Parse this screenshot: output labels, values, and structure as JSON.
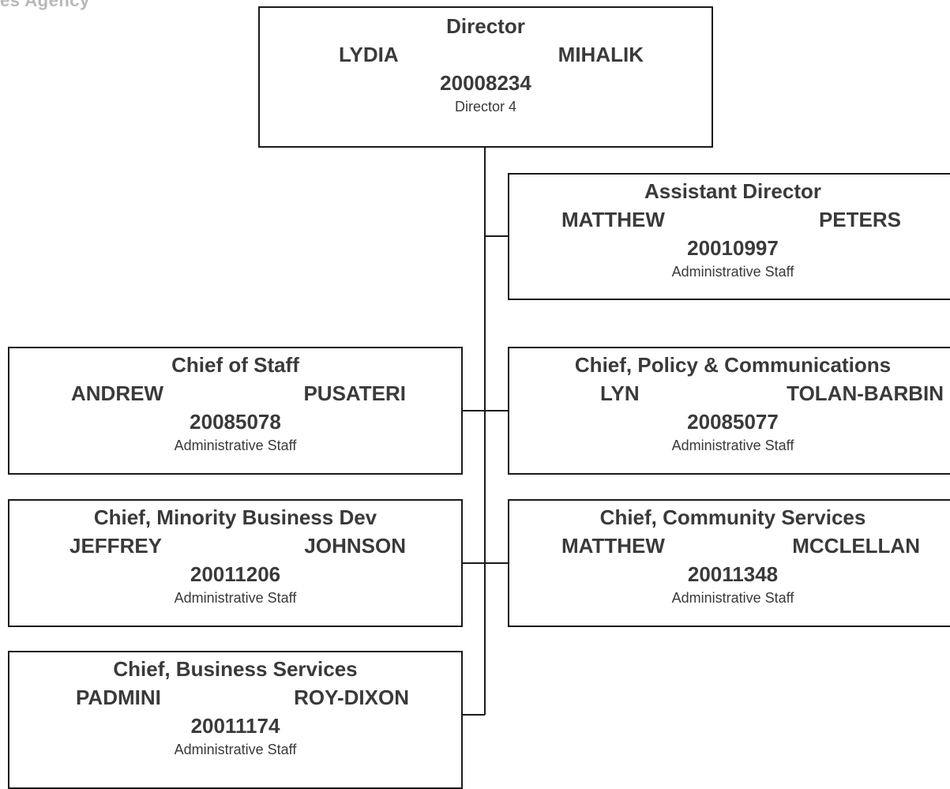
{
  "header": {
    "agency_fragment": "es Agency"
  },
  "positions": [
    {
      "id": "director",
      "title": "Director",
      "first_name": "LYDIA",
      "last_name": "MIHALIK",
      "employee_id": "20008234",
      "role": "Director 4"
    },
    {
      "id": "assistant-director",
      "title": "Assistant Director",
      "first_name": "MATTHEW",
      "last_name": "PETERS",
      "employee_id": "20010997",
      "role": "Administrative Staff"
    },
    {
      "id": "chief-of-staff",
      "title": "Chief of Staff",
      "first_name": "ANDREW",
      "last_name": "PUSATERI",
      "employee_id": "20085078",
      "role": "Administrative Staff"
    },
    {
      "id": "chief-policy",
      "title": "Chief, Policy & Communications",
      "first_name": "LYN",
      "last_name": "TOLAN-BARBIN",
      "employee_id": "20085077",
      "role": "Administrative Staff"
    },
    {
      "id": "chief-minority",
      "title": "Chief, Minority Business Dev",
      "first_name": "JEFFREY",
      "last_name": "JOHNSON",
      "employee_id": "20011206",
      "role": "Administrative Staff"
    },
    {
      "id": "chief-community",
      "title": "Chief, Community Services",
      "first_name": "MATTHEW",
      "last_name": "MCCLELLAN",
      "employee_id": "20011348",
      "role": "Administrative Staff"
    },
    {
      "id": "chief-business",
      "title": "Chief, Business Services",
      "first_name": "PADMINI",
      "last_name": "ROY-DIXON",
      "employee_id": "20011174",
      "role": "Administrative Staff"
    }
  ]
}
